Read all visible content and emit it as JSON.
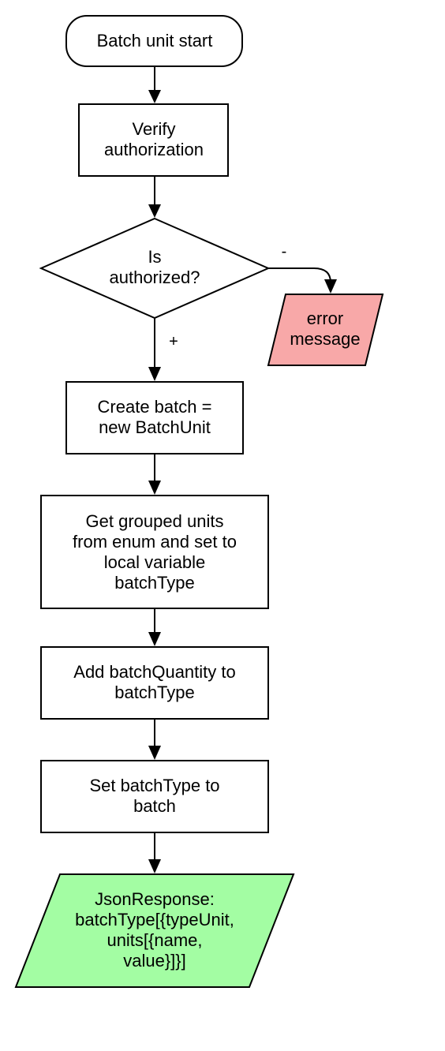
{
  "colors": {
    "process_fill": "#ffffff",
    "error_fill": "#f8a8a8",
    "output_fill": "#a3fda3",
    "stroke": "#000000"
  },
  "nodes": {
    "start": {
      "lines": [
        "Batch unit start"
      ]
    },
    "verify": {
      "lines": [
        "Verify",
        "authorization"
      ]
    },
    "decision": {
      "lines": [
        "Is",
        "authorized?"
      ]
    },
    "error": {
      "lines": [
        "error",
        "message"
      ]
    },
    "create_batch": {
      "lines": [
        "Create batch =",
        "new BatchUnit"
      ]
    },
    "get_grouped": {
      "lines": [
        "Get grouped units",
        "from enum and set to",
        "local variable",
        "batchType"
      ]
    },
    "add_quantity": {
      "lines": [
        "Add batchQuantity to",
        "batchType"
      ]
    },
    "set_type": {
      "lines": [
        "Set batchType to",
        "batch"
      ]
    },
    "response": {
      "lines": [
        "JsonResponse:",
        "batchType[{typeUnit,",
        "units[{name,",
        "value}]}]"
      ]
    }
  },
  "edges": {
    "no_label": "-",
    "yes_label": "+"
  }
}
